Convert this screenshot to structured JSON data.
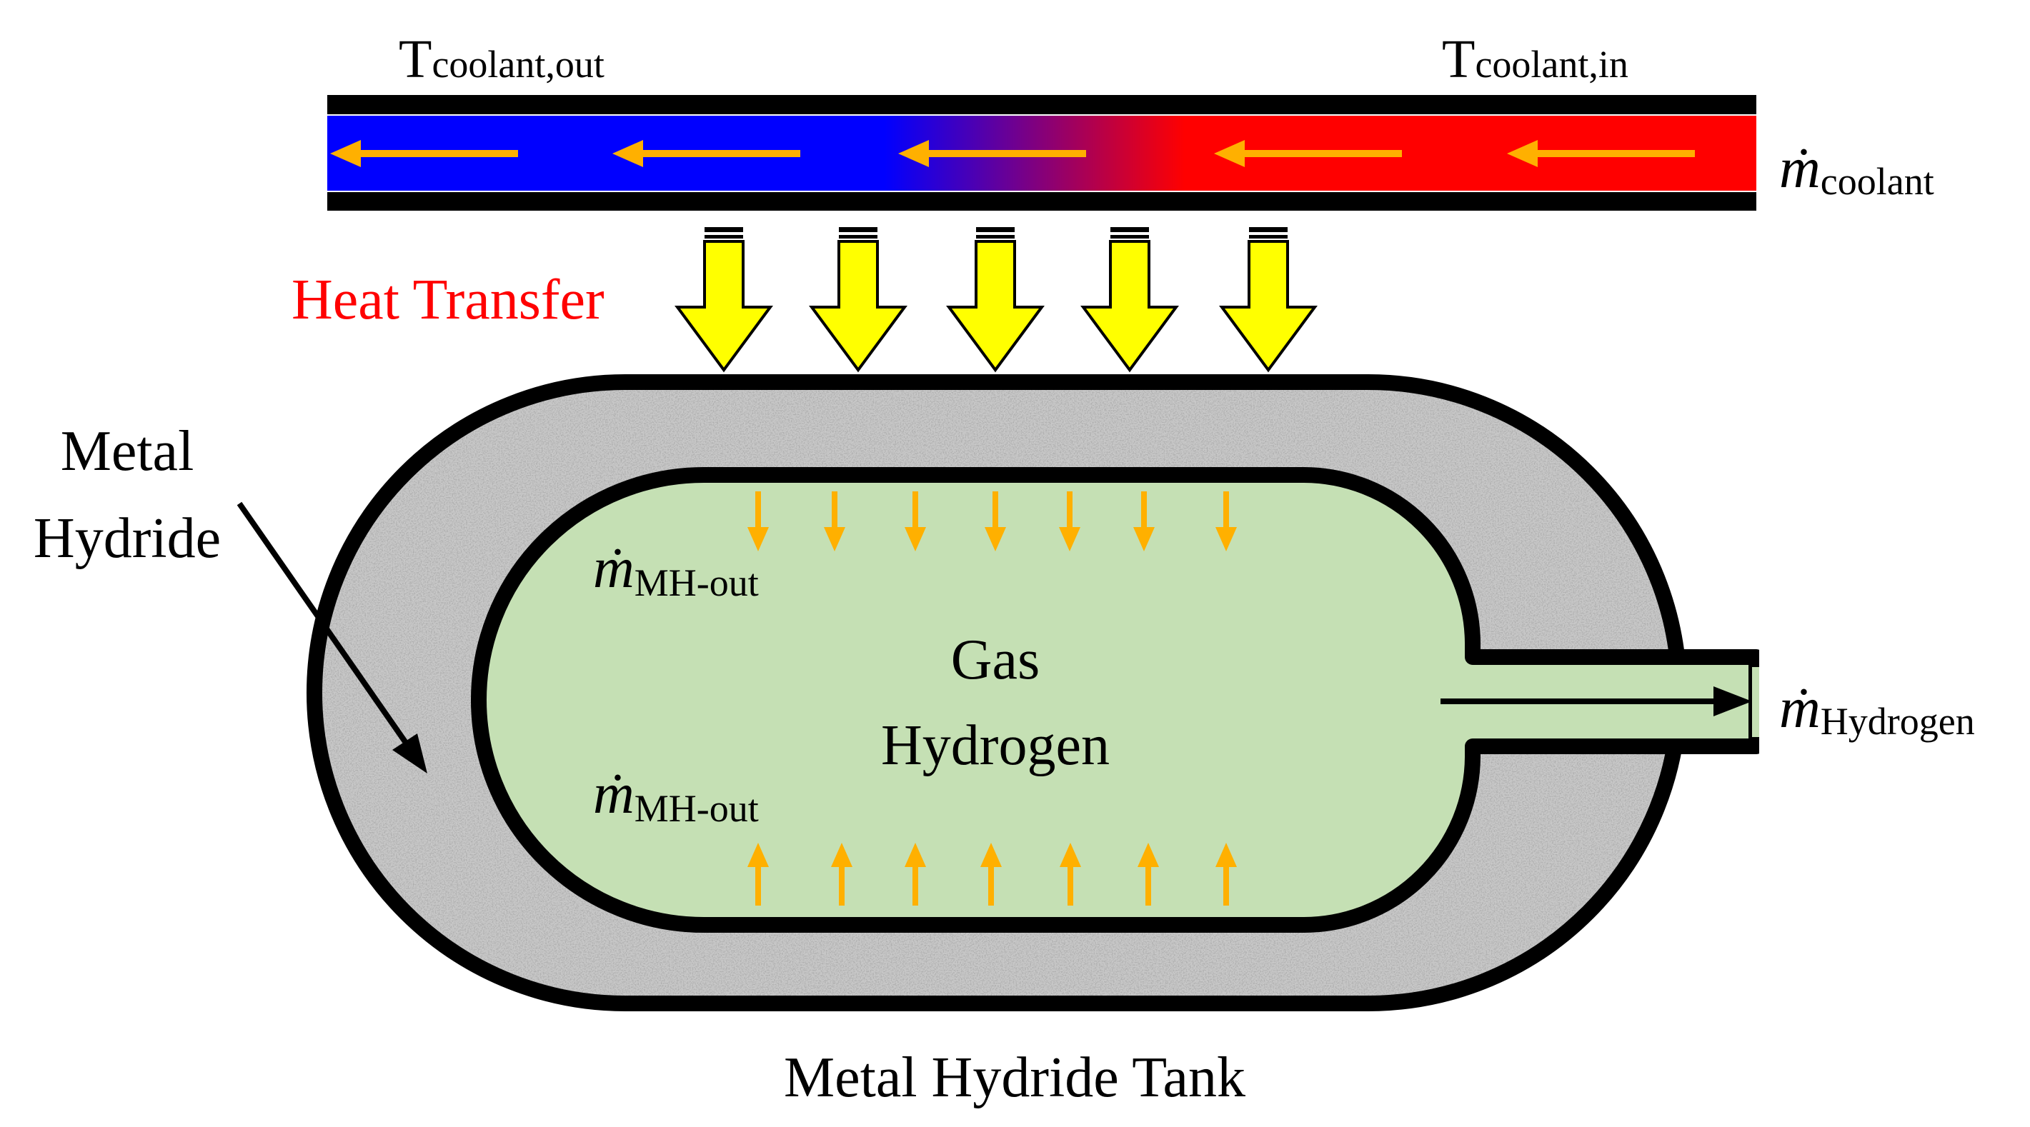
{
  "coolant_pipe": {
    "outlet_label": {
      "base": "T",
      "subscript": "coolant,out"
    },
    "inlet_label": {
      "base": "T",
      "subscript": "coolant,in"
    },
    "mass_flow_label": {
      "base": "ṁ",
      "subscript": "coolant"
    },
    "flow_direction": "right-to-left",
    "cold_color": "#0000ff",
    "hot_color": "#ff0000",
    "arrow_color": "#ffb000"
  },
  "heat_transfer": {
    "label": "Heat Transfer",
    "label_color": "#ff0000",
    "arrow_color": "#ffff00",
    "arrow_count": 5
  },
  "tank": {
    "caption": "Metal Hydride Tank",
    "hydride_label_line1": "Metal",
    "hydride_label_line2": "Hydride",
    "gas_label_line1": "Gas",
    "gas_label_line2": "Hydrogen",
    "gas_color": "#c5e0b4",
    "hydride_fill": "speckled-grey",
    "mh_out_top": {
      "base": "ṁ",
      "subscript": "MH-out"
    },
    "mh_out_bottom": {
      "base": "ṁ",
      "subscript": "MH-out"
    },
    "outlet_label": {
      "base": "ṁ",
      "subscript": "Hydrogen"
    },
    "desorption_arrow_color": "#ffb000",
    "desorption_arrows_per_side": 7
  }
}
